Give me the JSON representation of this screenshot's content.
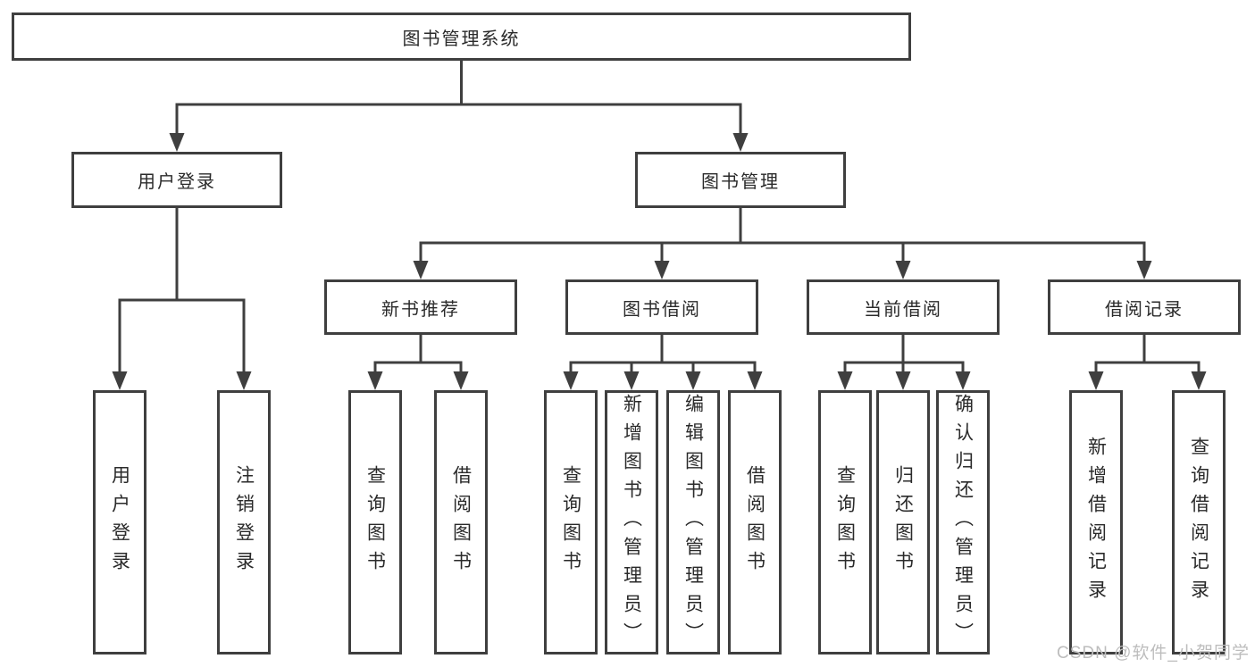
{
  "colors": {
    "line": "#3f3f3f",
    "text": "#2a2a2a",
    "watermark": "#bdbdbd",
    "background": "#ffffff"
  },
  "watermark": {
    "text": "CSDN @软件_小贺同学"
  },
  "tree": {
    "root": {
      "label": "图书管理系统"
    },
    "user_login": {
      "label": "用户登录",
      "children": [
        {
          "label": "用户登录"
        },
        {
          "label": "注销登录"
        }
      ]
    },
    "book_mgmt": {
      "label": "图书管理",
      "sections": [
        {
          "label": "新书推荐",
          "children": [
            {
              "label": "查询图书"
            },
            {
              "label": "借阅图书"
            }
          ]
        },
        {
          "label": "图书借阅",
          "children": [
            {
              "label": "查询图书"
            },
            {
              "label": "新增图书（管理员）"
            },
            {
              "label": "编辑图书（管理员）"
            },
            {
              "label": "借阅图书"
            }
          ]
        },
        {
          "label": "当前借阅",
          "children": [
            {
              "label": "查询图书"
            },
            {
              "label": "归还图书"
            },
            {
              "label": "确认归还（管理员）"
            }
          ]
        },
        {
          "label": "借阅记录",
          "children": [
            {
              "label": "新增借阅记录"
            },
            {
              "label": "查询借阅记录"
            }
          ]
        }
      ]
    }
  }
}
